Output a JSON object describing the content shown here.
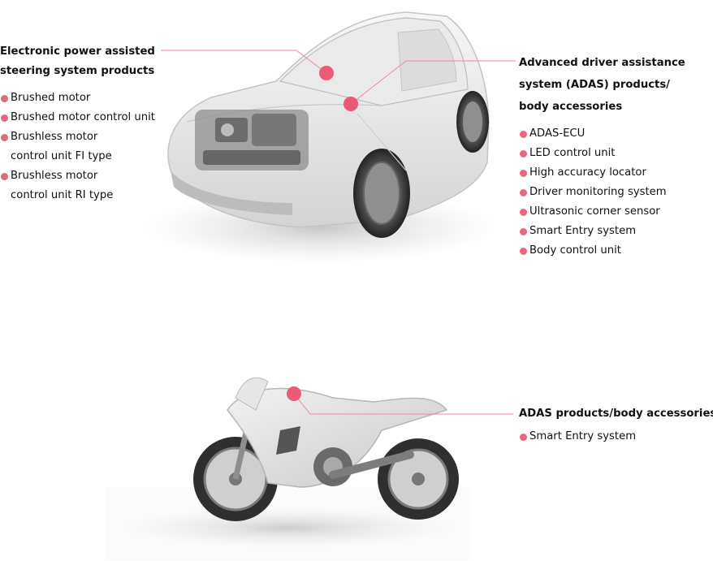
{
  "colors": {
    "accent": "#e9667f",
    "leader": "#ef8a9c",
    "text": "#111111"
  },
  "car": {
    "image_icon": "car-cutaway-illustration",
    "steering": {
      "heading_lines": [
        "Electronic power assisted",
        "steering system products"
      ],
      "items": [
        {
          "lines": [
            "Brushed motor"
          ]
        },
        {
          "lines": [
            "Brushed motor control unit"
          ]
        },
        {
          "lines": [
            "Brushless motor",
            "control unit FI type"
          ]
        },
        {
          "lines": [
            "Brushless motor",
            "control unit RI type"
          ]
        }
      ]
    },
    "adas": {
      "heading_lines": [
        "Advanced driver assistance",
        "system (ADAS) products/",
        "body accessories"
      ],
      "items": [
        {
          "lines": [
            "ADAS-ECU"
          ]
        },
        {
          "lines": [
            "LED control unit"
          ]
        },
        {
          "lines": [
            "High accuracy locator"
          ]
        },
        {
          "lines": [
            "Driver monitoring system"
          ]
        },
        {
          "lines": [
            "Ultrasonic corner sensor"
          ]
        },
        {
          "lines": [
            "Smart Entry system"
          ]
        },
        {
          "lines": [
            "Body control unit"
          ]
        }
      ]
    }
  },
  "motorcycle": {
    "image_icon": "motorcycle-illustration",
    "adas": {
      "heading_lines": [
        "ADAS products/body accessories"
      ],
      "items": [
        {
          "lines": [
            "Smart Entry system"
          ]
        }
      ]
    }
  }
}
